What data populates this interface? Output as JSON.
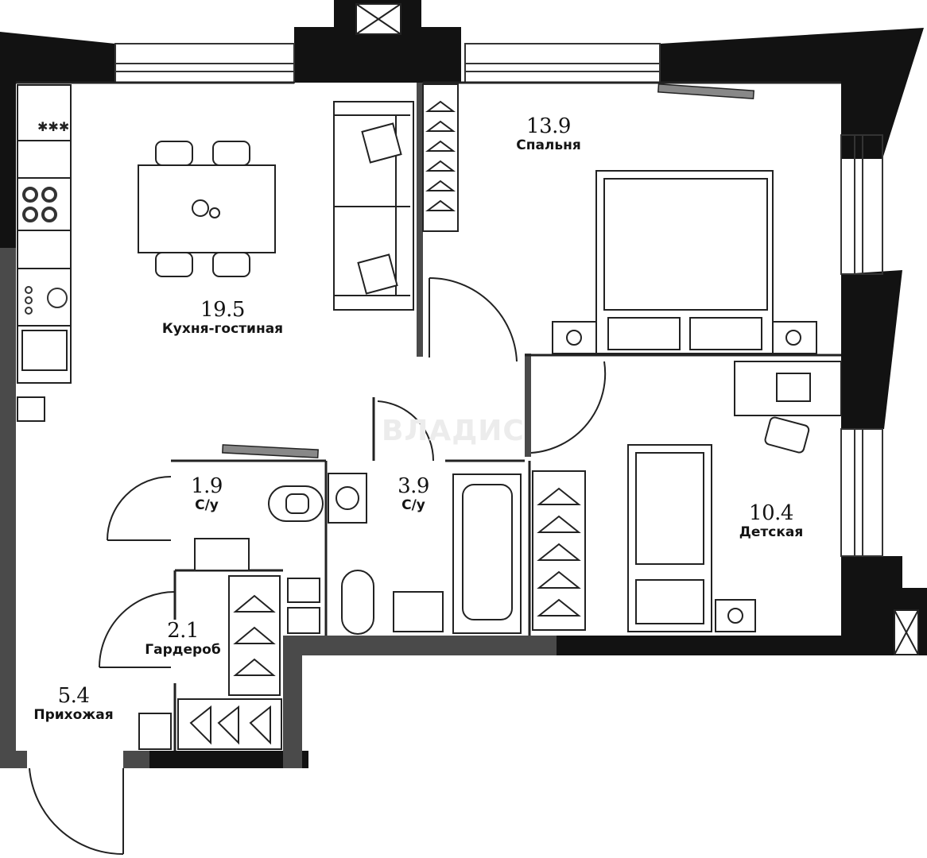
{
  "watermark": "ВЛАДИС",
  "colors": {
    "wall_bearing": "#121212",
    "wall_partition": "#4a4a4a",
    "line": "#222222",
    "background": "#ffffff"
  },
  "rooms": [
    {
      "id": "kitchen_living",
      "area": "19.5",
      "name": "Кухня-гостиная"
    },
    {
      "id": "bedroom",
      "area": "13.9",
      "name": "Спальня"
    },
    {
      "id": "kids_room",
      "area": "10.4",
      "name": "Детская"
    },
    {
      "id": "wc_small",
      "area": "1.9",
      "name": "С/у"
    },
    {
      "id": "wc_large",
      "area": "3.9",
      "name": "С/у"
    },
    {
      "id": "wardrobe",
      "area": "2.1",
      "name": "Гардероб"
    },
    {
      "id": "hallway",
      "area": "5.4",
      "name": "Прихожая"
    }
  ]
}
